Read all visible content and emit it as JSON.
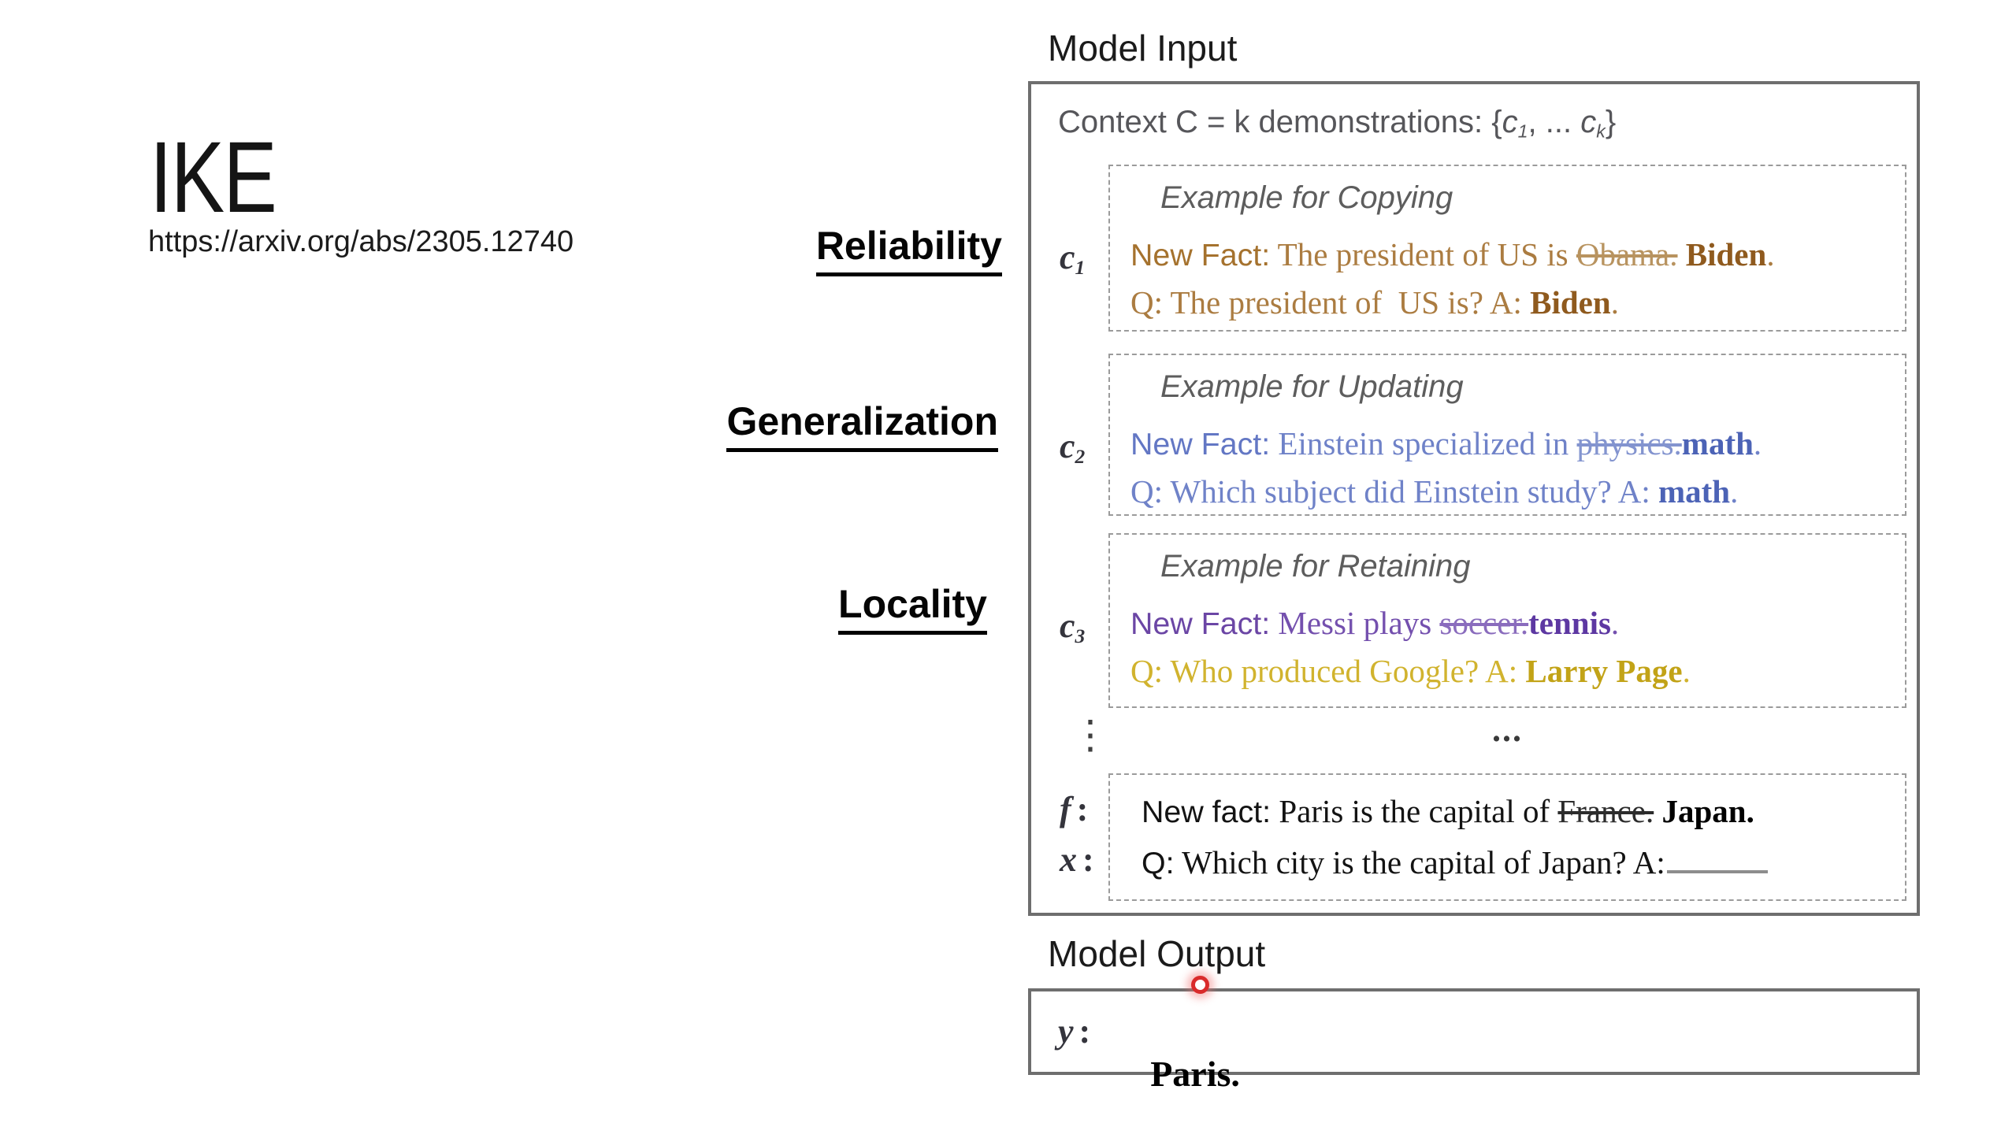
{
  "slide": {
    "title": "IKE",
    "link": "https://arxiv.org/abs/2305.12740"
  },
  "criteria": {
    "reliability": "Reliability",
    "generalization": "Generalization",
    "locality": "Locality"
  },
  "figure": {
    "input_header": "Model Input",
    "output_header": "Model Output",
    "context_line": [
      {
        "t": "Context C = k demonstrations: {",
        "c": ""
      },
      {
        "t": "c",
        "c": "i"
      },
      {
        "t": "1",
        "c": "sub i"
      },
      {
        "t": ", ... ",
        "c": ""
      },
      {
        "t": "c",
        "c": "i"
      },
      {
        "t": "k",
        "c": "sub i"
      },
      {
        "t": "}",
        "c": ""
      }
    ],
    "examples": [
      {
        "tag": [
          {
            "t": "c",
            "c": "i"
          },
          {
            "t": "1",
            "c": "sub i"
          }
        ],
        "title": "Example for Copying",
        "line1": [
          {
            "t": "New Fact:",
            "c": "sans"
          },
          {
            "t": " The president of US is ",
            "c": ""
          },
          {
            "t": "Obama.",
            "c": "st"
          },
          {
            "t": " ",
            "c": ""
          },
          {
            "t": "Biden",
            "c": "b"
          },
          {
            "t": ".",
            "c": ""
          }
        ],
        "line2": [
          {
            "t": "Q: The president of  US is? A: ",
            "c": ""
          },
          {
            "t": "Biden",
            "c": "b"
          },
          {
            "t": ".",
            "c": ""
          }
        ]
      },
      {
        "tag": [
          {
            "t": "c",
            "c": "i"
          },
          {
            "t": "2",
            "c": "sub i"
          }
        ],
        "title": "Example for Updating",
        "line1": [
          {
            "t": "New Fact:",
            "c": "sans"
          },
          {
            "t": " Einstein specialized in ",
            "c": ""
          },
          {
            "t": "physics.",
            "c": "st"
          },
          {
            "t": "math",
            "c": "b"
          },
          {
            "t": ".",
            "c": ""
          }
        ],
        "line2": [
          {
            "t": "Q: Which subject did Einstein study? A: ",
            "c": ""
          },
          {
            "t": "math",
            "c": "b"
          },
          {
            "t": ".",
            "c": ""
          }
        ]
      },
      {
        "tag": [
          {
            "t": "c",
            "c": "i"
          },
          {
            "t": "3",
            "c": "sub i"
          }
        ],
        "title": "Example for Retaining",
        "line1": [
          {
            "t": "New Fact:",
            "c": "sans"
          },
          {
            "t": " Messi plays ",
            "c": ""
          },
          {
            "t": "soccer.",
            "c": "st"
          },
          {
            "t": "tennis",
            "c": "b"
          },
          {
            "t": ".",
            "c": ""
          }
        ],
        "line2": [
          {
            "t": "Q: Who produced Google? A: ",
            "c": ""
          },
          {
            "t": "Larry Page",
            "c": "b"
          },
          {
            "t": ".",
            "c": ""
          }
        ]
      }
    ],
    "vertical_ellipsis": "⋮",
    "horizontal_ellipsis": "...",
    "query": {
      "f_tag": [
        {
          "t": "f",
          "c": "i"
        },
        {
          "t": ":",
          "c": "colon"
        }
      ],
      "x_tag": [
        {
          "t": "x",
          "c": "i"
        },
        {
          "t": ":",
          "c": "colon"
        }
      ],
      "fact_line": [
        {
          "t": "New fact:",
          "c": "sans"
        },
        {
          "t": " Paris is the capital of ",
          "c": ""
        },
        {
          "t": "France.",
          "c": "st"
        },
        {
          "t": " ",
          "c": ""
        },
        {
          "t": "Japan.",
          "c": "b"
        }
      ],
      "question_line": [
        {
          "t": "Q:",
          "c": "sans"
        },
        {
          "t": " Which city is the capital of Japan? A:",
          "c": ""
        },
        {
          "t": "",
          "c": "blank"
        }
      ]
    },
    "output": {
      "y_tag": [
        {
          "t": "y",
          "c": "i"
        },
        {
          "t": ":",
          "c": "colon"
        }
      ],
      "answer": [
        {
          "t": "Paris.",
          "c": "b"
        }
      ]
    },
    "colors": {
      "copying": "#ab7c41",
      "updating": "#6f82c8",
      "retaining_fact": "#7450ae",
      "retaining_question": "#d1b32e",
      "laser_pointer": "#d92b2b",
      "box_border": "#6e6e6e"
    }
  }
}
